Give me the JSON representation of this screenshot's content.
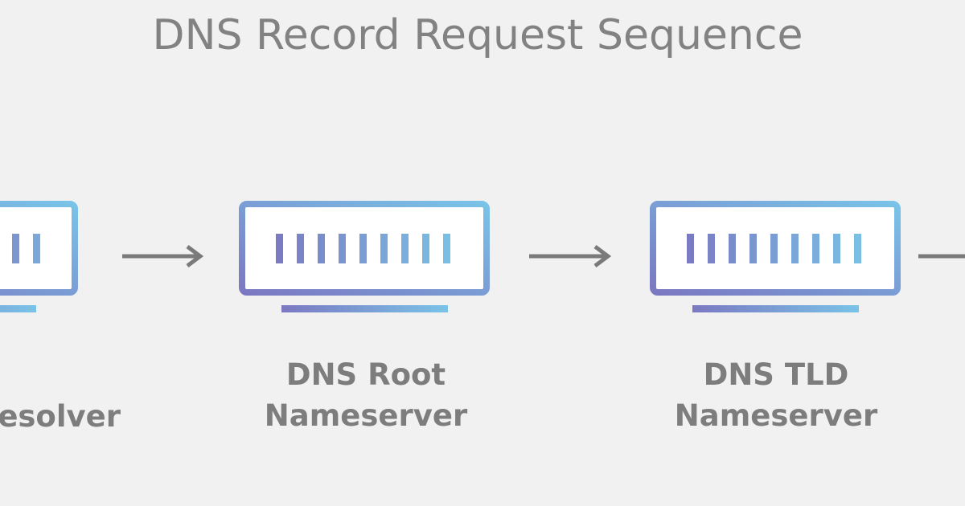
{
  "title": "DNS Record Request Sequence",
  "colors": {
    "background": "#f1f1f1",
    "text": "#7d7d7d",
    "arrow": "#7a7a7a",
    "gradient_start": "#7b78c2",
    "gradient_end": "#79c3e8"
  },
  "nodes": [
    {
      "id": "resolver",
      "label_lines": [
        "esolver"
      ],
      "icon": "server-icon"
    },
    {
      "id": "root",
      "label_lines": [
        "DNS Root",
        "Nameserver"
      ],
      "icon": "server-icon"
    },
    {
      "id": "tld",
      "label_lines": [
        "DNS TLD",
        "Nameserver"
      ],
      "icon": "server-icon"
    }
  ],
  "arrows": [
    {
      "from": "resolver",
      "to": "root"
    },
    {
      "from": "root",
      "to": "tld"
    },
    {
      "from": "tld",
      "to": "authoritative"
    }
  ]
}
